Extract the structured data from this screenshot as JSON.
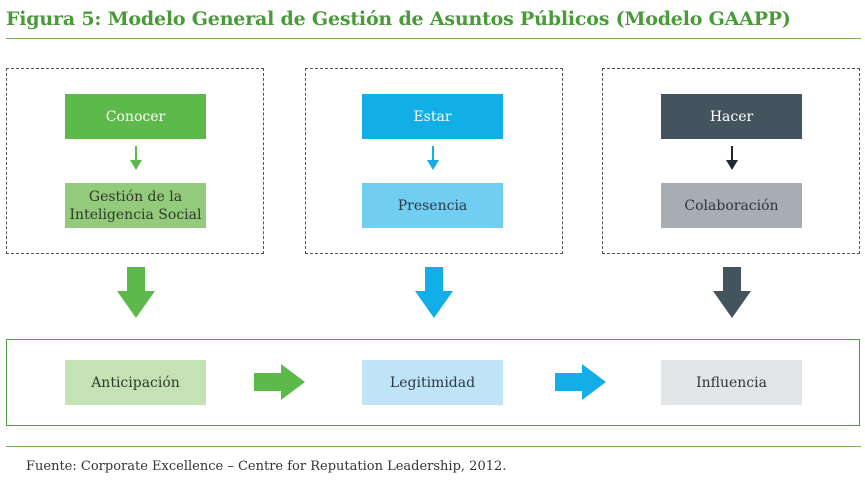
{
  "title": "Figura 5: Modelo General de Gestión de Asuntos Públicos (Modelo GAAPP)",
  "columns": [
    {
      "top_label": "Conocer",
      "bottom_label": "Gestión de la Inteligencia Social"
    },
    {
      "top_label": "Estar",
      "bottom_label": "Presencia"
    },
    {
      "top_label": "Hacer",
      "bottom_label": "Colaboración"
    }
  ],
  "outcomes": [
    "Anticipación",
    "Legitimidad",
    "Influencia"
  ],
  "source": "Fuente: Corporate Excellence – Centre for Reputation Leadership, 2012.",
  "colors": {
    "green": "#5db94a",
    "green_light": "#93ca7b",
    "green_pale": "#c4e2b4",
    "blue": "#12aee8",
    "blue_light": "#72cdf2",
    "blue_pale": "#bfe3f7",
    "slate": "#44545f",
    "slate_light": "#a7adb2",
    "slate_pale": "#e2e5e7",
    "title": "#4a9a3a"
  }
}
